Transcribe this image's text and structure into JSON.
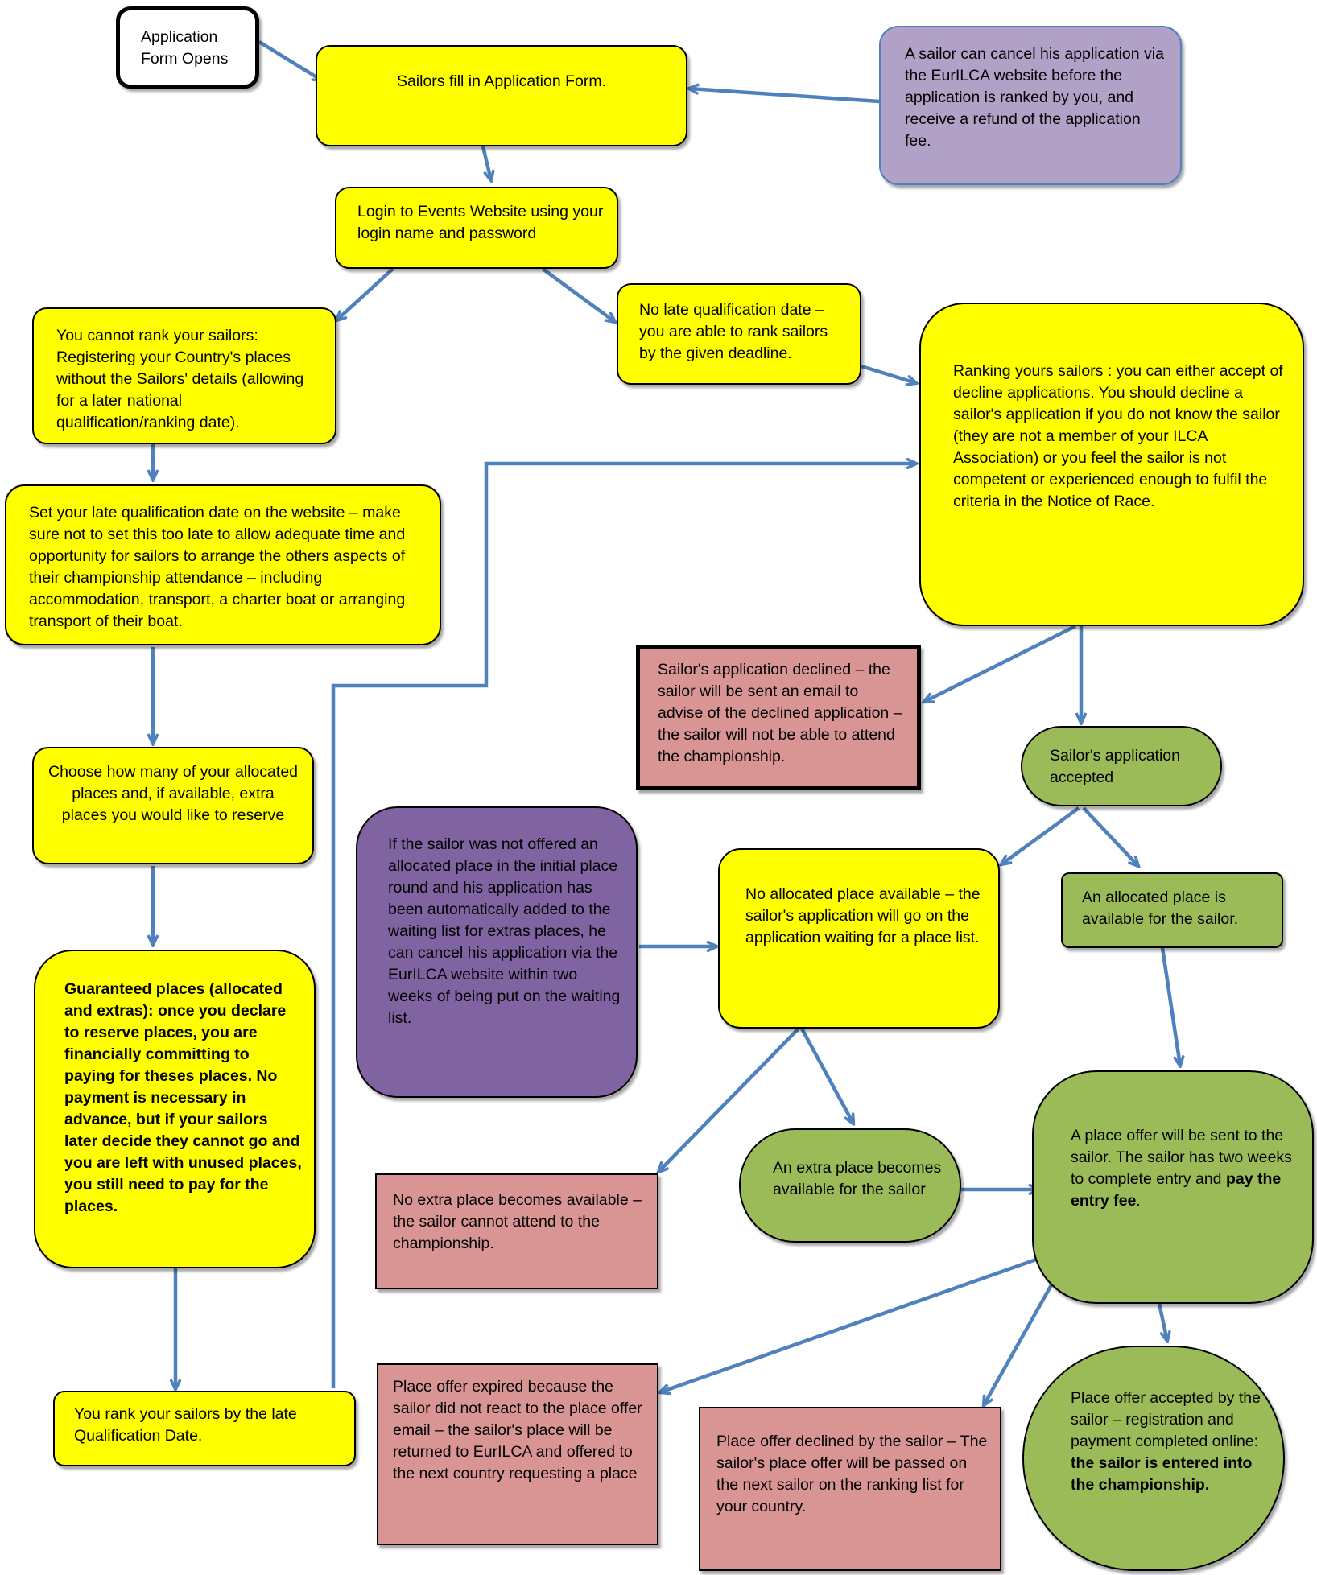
{
  "nodes": {
    "start": "Application Form Opens",
    "fill_form": "Sailors fill in Application Form.",
    "cancel_note": "A sailor can cancel his application via the EurILCA website before the application is ranked by you, and receive a refund of the application fee.",
    "login": "Login to Events Website using your login name and password",
    "cannot_rank": "You cannot rank your sailors: Registering your Country's places without the Sailors' details (allowing for a later national qualification/ranking date).",
    "no_late_date": "No late qualification date – you are able to rank sailors by the given deadline.",
    "ranking": "Ranking yours sailors : you can either accept of decline applications. You should decline a sailor's application if you do not know the sailor (they are not a member of your ILCA Association) or you feel the sailor is not competent or experienced enough to fulfil the criteria in the Notice of Race.",
    "set_late_date": "Set your late qualification date on the website – make sure not to set this too late to allow adequate time and opportunity for sailors to arrange the others aspects of their championship attendance – including accommodation, transport, a charter boat or arranging transport of their boat.",
    "declined": "Sailor's application declined – the sailor will be sent an email to advise of the declined application – the sailor will not be able to attend the championship.",
    "accepted": "Sailor's application accepted",
    "choose_places": "Choose how many of your allocated places and, if available, extra places you would like to reserve",
    "waitlist_cancel": "If the sailor was not offered an allocated place in the initial place round and his application has been automatically added to the waiting list for extras places, he can cancel his application via the EurILCA website within two weeks of being put on the waiting list.",
    "no_allocated": "No allocated place available – the sailor's application will go on the application waiting for a place list.",
    "allocated_avail": "An allocated place is available for the sailor.",
    "guaranteed": "Guaranteed places (allocated and extras): once you declare to reserve places, you are financially committing to paying for theses places. No payment is necessary in advance, but if your sailors later decide they cannot go and you are left with unused places, you still need to pay for the places.",
    "extra_avail": "An extra place becomes available for the sailor",
    "offer_sent_a": "A place offer will be sent to the sailor. The sailor has two weeks to complete entry and ",
    "offer_sent_b": "pay the entry fee",
    "offer_sent_c": ".",
    "no_extra": "No extra place becomes available – the sailor cannot attend to the championship.",
    "rank_late": "You rank your sailors by the late Qualification Date.",
    "expired": "Place offer expired because the sailor did not react to the place offer email – the sailor's place will be returned to EurILCA and offered to the next country requesting a place",
    "declined_offer": "Place offer declined by the sailor – The sailor's place offer will be passed on the next sailor on the ranking list for your country.",
    "accepted_offer_a": "Place offer accepted by the sailor – registration and payment completed online: ",
    "accepted_offer_b": "the sailor is entered into the championship."
  },
  "colors": {
    "yellow": "#ffff00",
    "green": "#9bbb59",
    "pink": "#d99594",
    "lavender": "#b2a1c7",
    "mauve": "#8064a2",
    "arrow": "#4f81bd"
  }
}
